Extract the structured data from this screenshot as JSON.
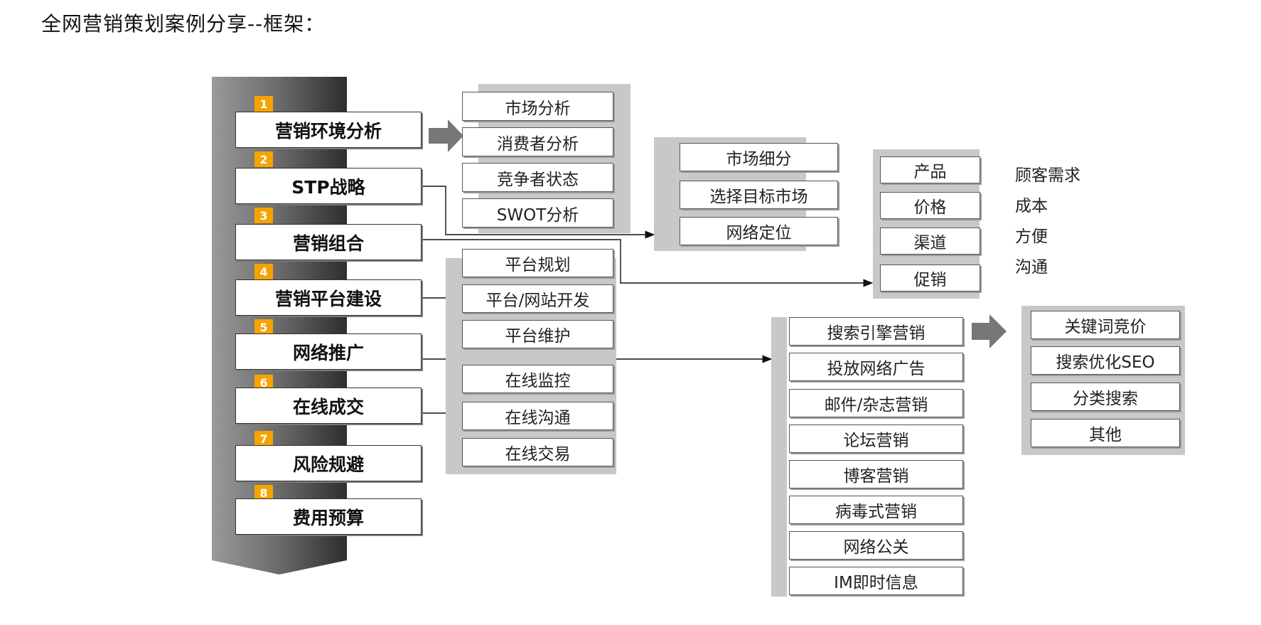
{
  "title": "全网营销策划案例分享--框架：",
  "steps": [
    {
      "num": "1",
      "label": "营销环境分析"
    },
    {
      "num": "2",
      "label": "STP战略"
    },
    {
      "num": "3",
      "label": "营销组合"
    },
    {
      "num": "4",
      "label": "营销平台建设"
    },
    {
      "num": "5",
      "label": "网络推广"
    },
    {
      "num": "6",
      "label": "在线成交"
    },
    {
      "num": "7",
      "label": "风险规避"
    },
    {
      "num": "8",
      "label": "费用预算"
    }
  ],
  "environment_analysis": [
    "市场分析",
    "消费者分析",
    "竞争者状态",
    "SWOT分析"
  ],
  "stp": [
    "市场细分",
    "选择目标市场",
    "网络定位"
  ],
  "marketing_mix": [
    "产品",
    "价格",
    "渠道",
    "促销"
  ],
  "customer_view": [
    "顾客需求",
    "成本",
    "方便",
    "沟通"
  ],
  "platform": [
    "平台规划",
    "平台/网站开发",
    "平台维护"
  ],
  "online_deal": [
    "在线监控",
    "在线沟通",
    "在线交易"
  ],
  "promotion": [
    "搜索引擎营销",
    "投放网络广告",
    "邮件/杂志营销",
    "论坛营销",
    "博客营销",
    "病毒式营销",
    "网络公关",
    "IM即时信息"
  ],
  "search_engine": [
    "关键词竞价",
    "搜索优化SEO",
    "分类搜索",
    "其他"
  ],
  "colors": {
    "badge": "#f5a300",
    "spine_light": "#8a8a8a",
    "spine_dark": "#3a3a3a",
    "band": "#c8c8c8",
    "arrow": "#777777"
  }
}
